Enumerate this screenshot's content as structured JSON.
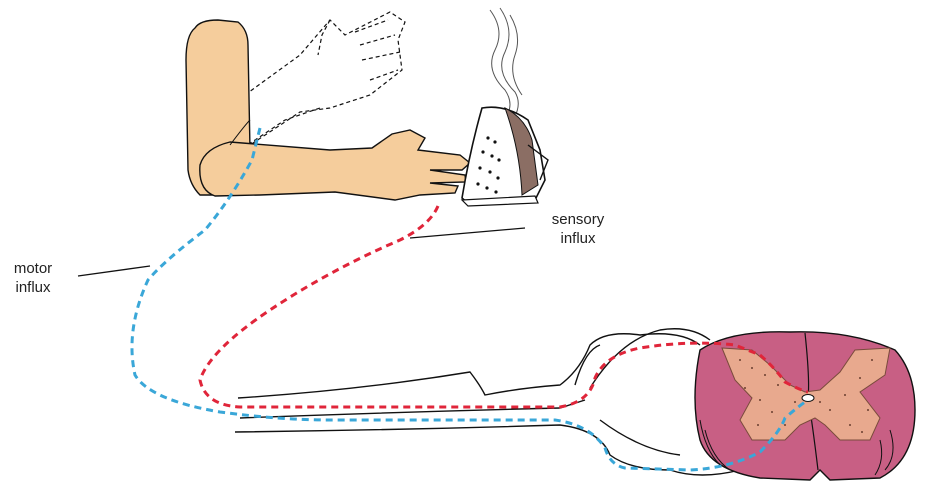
{
  "labels": {
    "sensory": {
      "line1": "sensory",
      "line2": "influx"
    },
    "motor": {
      "line1": "motor",
      "line2": "influx"
    }
  },
  "colors": {
    "sensory_pathway": "#e0253a",
    "motor_pathway": "#3aa7d8",
    "skin": "#f5cd9c",
    "grey_matter": "#e8a98e",
    "white_matter": "#c85f84",
    "outline": "#111111",
    "iron": "#ffffff"
  }
}
